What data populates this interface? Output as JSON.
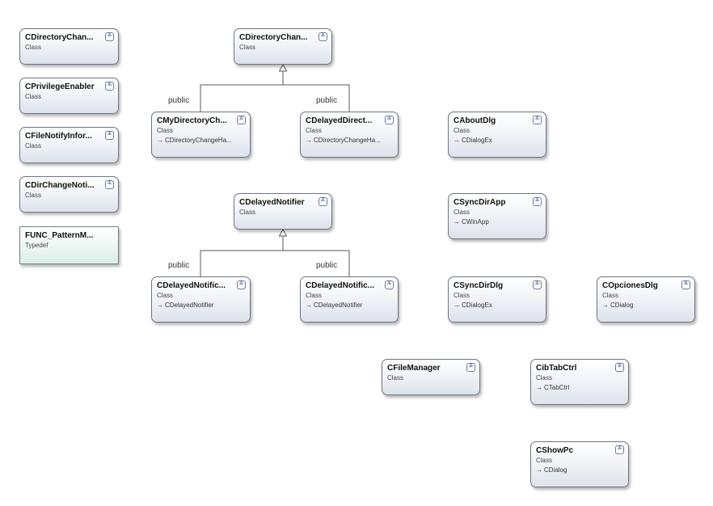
{
  "kind_class": "Class",
  "kind_typedef": "Typedef",
  "collapse_glyph": "≚",
  "inherit_glyph": "→",
  "colors": {
    "background": "#ffffff",
    "shape_border": "#6d7684",
    "connector": "#5a5a5a"
  },
  "labels": {
    "public_1": "public",
    "public_2": "public",
    "public_3": "public",
    "public_4": "public"
  },
  "shapes": {
    "s1": {
      "name": "CDirectoryChan...",
      "kind": "Class"
    },
    "s2": {
      "name": "CPrivilegeEnabler",
      "kind": "Class"
    },
    "s3": {
      "name": "CFileNotifyInfor...",
      "kind": "Class"
    },
    "s4": {
      "name": "CDirChangeNoti...",
      "kind": "Class"
    },
    "s5": {
      "name": "FUNC_PatternM...",
      "kind": "Typedef"
    },
    "s6": {
      "name": "CDirectoryChan...",
      "kind": "Class"
    },
    "s7": {
      "name": "CMyDirectoryCh...",
      "kind": "Class",
      "base": "CDirectoryChangeHa..."
    },
    "s8": {
      "name": "CDelayedDirect...",
      "kind": "Class",
      "base": "CDirectoryChangeHa..."
    },
    "s9": {
      "name": "CAboutDlg",
      "kind": "Class",
      "base": "CDialogEx"
    },
    "s10": {
      "name": "CDelayedNotifier",
      "kind": "Class"
    },
    "s11": {
      "name": "CSyncDirApp",
      "kind": "Class",
      "base": "CWinApp"
    },
    "s12": {
      "name": "CDelayedNotific...",
      "kind": "Class",
      "base": "CDelayedNotifier"
    },
    "s13": {
      "name": "CDelayedNotific...",
      "kind": "Class",
      "base": "CDelayedNotifier"
    },
    "s14": {
      "name": "CSyncDirDlg",
      "kind": "Class",
      "base": "CDialogEx"
    },
    "s15": {
      "name": "COpcionesDlg",
      "kind": "Class",
      "base": "CDialog"
    },
    "s16": {
      "name": "CFileManager",
      "kind": "Class"
    },
    "s17": {
      "name": "CibTabCtrl",
      "kind": "Class",
      "base": "CTabCtrl"
    },
    "s18": {
      "name": "CShowPc",
      "kind": "Class",
      "base": "CDialog"
    }
  }
}
